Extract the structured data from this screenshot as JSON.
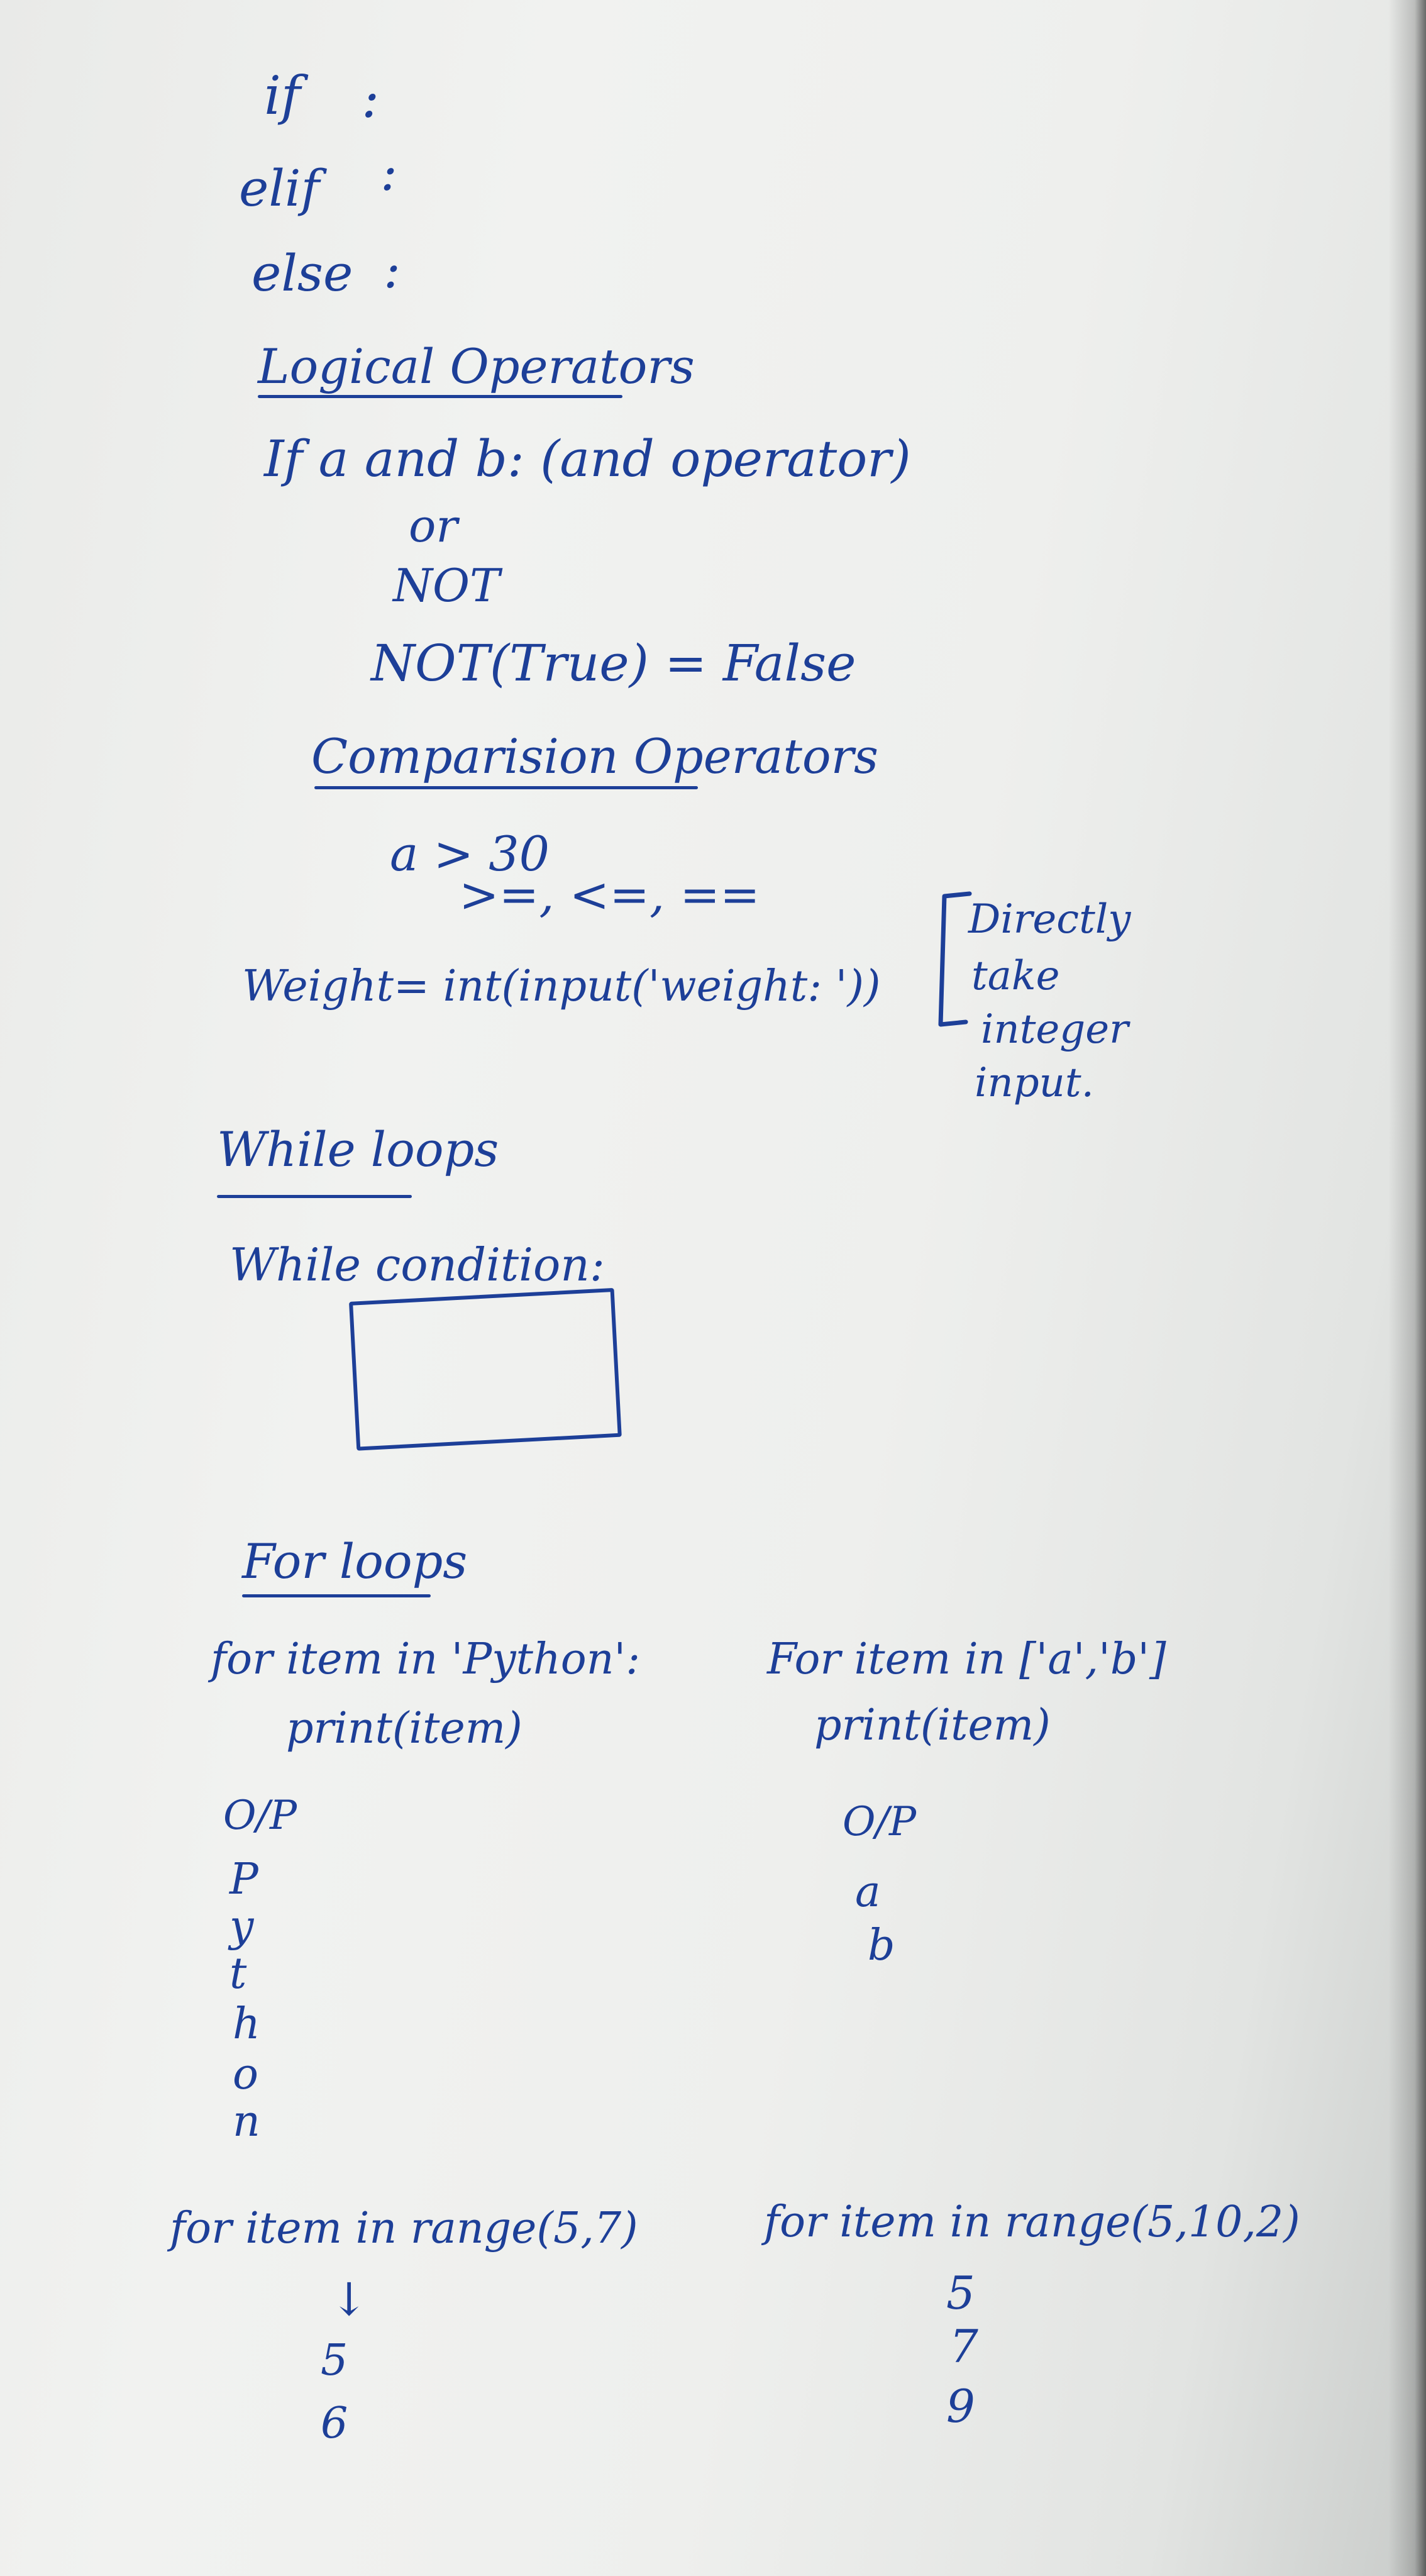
{
  "notes": {
    "conditionals": {
      "if_kw": "if",
      "if_colon": ":",
      "elif_kw": "elif",
      "elif_colon": ":",
      "else_kw": "else",
      "else_colon": ":"
    },
    "logical": {
      "heading": "Logical Operators",
      "and_line": "If a and b: (and operator)",
      "or_line": "or",
      "not_line": "NOT",
      "example": "NOT(True) = False"
    },
    "comparison": {
      "heading": "Comparision Operators",
      "example": "a > 30",
      "ops": ">=, <=, ==",
      "weight_code": "Weight= int(input('weight: '))",
      "bracket_note_1": "Directly",
      "bracket_note_2": "take",
      "bracket_note_3": "integer",
      "bracket_note_4": "input."
    },
    "while_loops": {
      "heading": "While loops",
      "syntax": "While condition:"
    },
    "for_loops": {
      "heading": "For loops",
      "example1": {
        "code": "for item in 'Python':",
        "body": "print(item)",
        "op_label": "O/P",
        "output": [
          "P",
          "y",
          "t",
          "h",
          "o",
          "n"
        ]
      },
      "example2": {
        "code": "For item in ['a','b']",
        "body": "print(item)",
        "op_label": "O/P",
        "output": [
          "a",
          "b"
        ]
      },
      "example3": {
        "code": "for item in range(5,7)",
        "arrow": "↓",
        "output": [
          "5",
          "6"
        ]
      },
      "example4": {
        "code": "for item in range(5,10,2)",
        "output": [
          "5",
          "7",
          "9"
        ]
      }
    }
  }
}
